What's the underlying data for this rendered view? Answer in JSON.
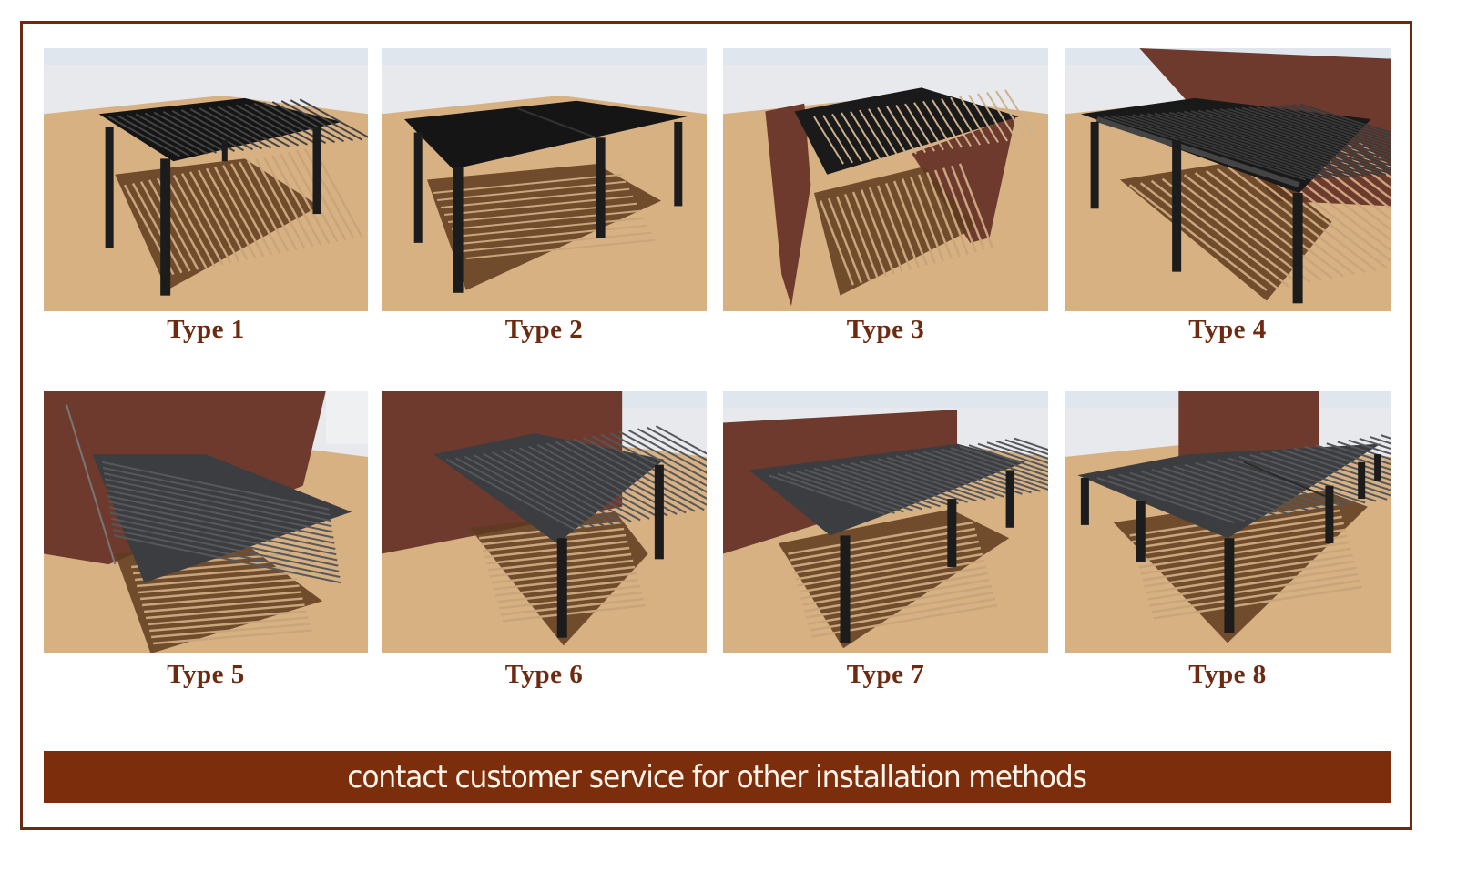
{
  "colors": {
    "border": "#6b2a12",
    "caption_text": "#6e2a10",
    "banner_bg": "#7c2e0c",
    "banner_text": "#fff5ea",
    "ground": "#d8b183",
    "sky": "#e7e9ec",
    "brick": "#6e3a2e",
    "frame_dark": "#1c1c1c",
    "roof_grey": "#3c3d40",
    "shadow": "#5e3b1e"
  },
  "installation_types": [
    {
      "label": "Type 1",
      "image": "freestanding-pergola-four-posts"
    },
    {
      "label": "Type 2",
      "image": "freestanding-double-pergola-six-posts"
    },
    {
      "label": "Type 3",
      "image": "pergola-between-two-walls"
    },
    {
      "label": "Type 4",
      "image": "pergola-against-back-wall-four-posts"
    },
    {
      "label": "Type 5",
      "image": "wall-mounted-pergola-no-posts"
    },
    {
      "label": "Type 6",
      "image": "wall-mounted-pergola-two-posts"
    },
    {
      "label": "Type 7",
      "image": "wall-mounted-wide-pergola-three-posts"
    },
    {
      "label": "Type 8",
      "image": "wall-mounted-double-pergola-posts"
    }
  ],
  "banner": {
    "text": "contact customer service for other installation methods"
  }
}
